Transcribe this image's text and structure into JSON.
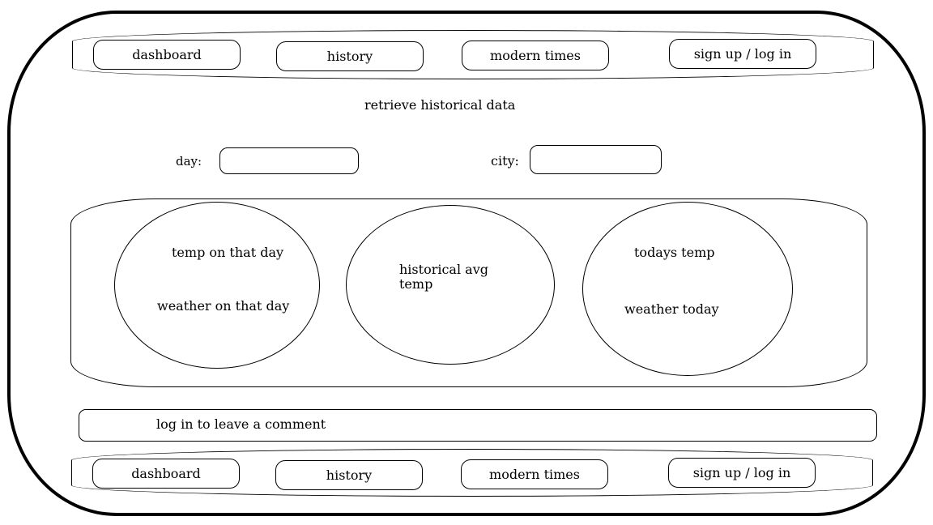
{
  "top_nav": {
    "items": [
      "dashboard",
      "history",
      "modern times",
      "sign up / log in"
    ]
  },
  "page": {
    "title": "retrieve historical data"
  },
  "form": {
    "day_label": "day:",
    "day_value": "",
    "city_label": "city:",
    "city_value": ""
  },
  "results": {
    "on_that_day": {
      "temp_label": "temp on that day",
      "weather_label": "weather on that day"
    },
    "historical_avg": {
      "line1": "historical avg",
      "line2": "temp"
    },
    "today": {
      "temp_label": "todays temp",
      "weather_label": "weather today"
    }
  },
  "comment": {
    "prompt": "log in to leave a comment"
  },
  "bottom_nav": {
    "items": [
      "dashboard",
      "history",
      "modern times",
      "sign up / log in"
    ]
  }
}
